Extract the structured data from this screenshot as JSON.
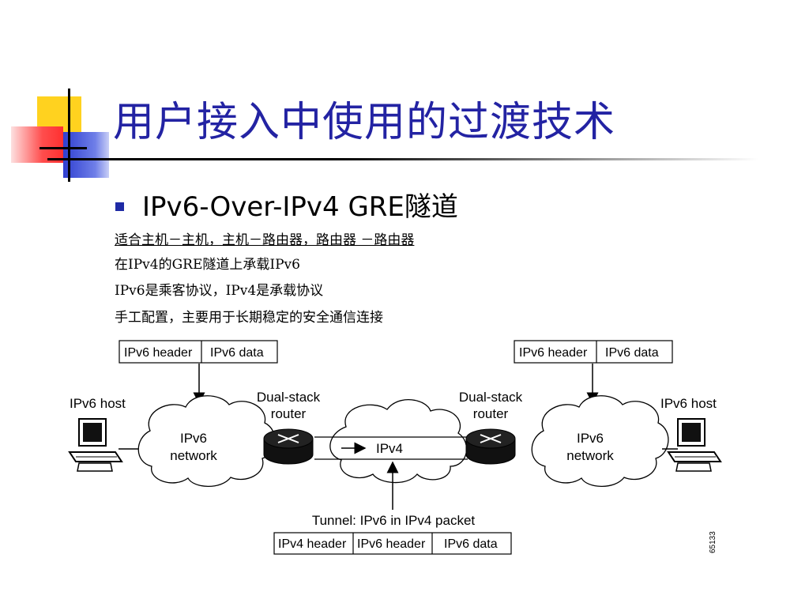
{
  "slide": {
    "title": "用户接入中使用的过渡技术",
    "subheading": "IPv6-Over-IPv4 GRE隧道",
    "lines": [
      "适合主机－主机，主机－路由器，路由器 －路由器",
      "在IPv4的GRE隧道上承载IPv6",
      "IPv6是乘客协议，IPv4是承载协议",
      "手工配置，主要用于长期稳定的安全通信连接"
    ]
  },
  "diagram": {
    "left_packet": [
      "IPv6 header",
      "IPv6 data"
    ],
    "right_packet": [
      "IPv6 header",
      "IPv6 data"
    ],
    "left_host": "IPv6 host",
    "right_host": "IPv6 host",
    "left_network": [
      "IPv6",
      "network"
    ],
    "right_network": [
      "IPv6",
      "network"
    ],
    "left_router": [
      "Dual-stack",
      "router"
    ],
    "right_router": [
      "Dual-stack",
      "router"
    ],
    "core_network": "IPv4",
    "tunnel_caption": "Tunnel: IPv6 in IPv4 packet",
    "tunnel_packet": [
      "IPv4 header",
      "IPv6 header",
      "IPv6 data"
    ],
    "figure_id": "65133"
  },
  "colors": {
    "title": "#2323a3",
    "bullet": "#1f2aa5",
    "deco_yellow": "#ffd21f",
    "deco_blue": "#2f3fd0",
    "deco_red": "#ff4040"
  }
}
